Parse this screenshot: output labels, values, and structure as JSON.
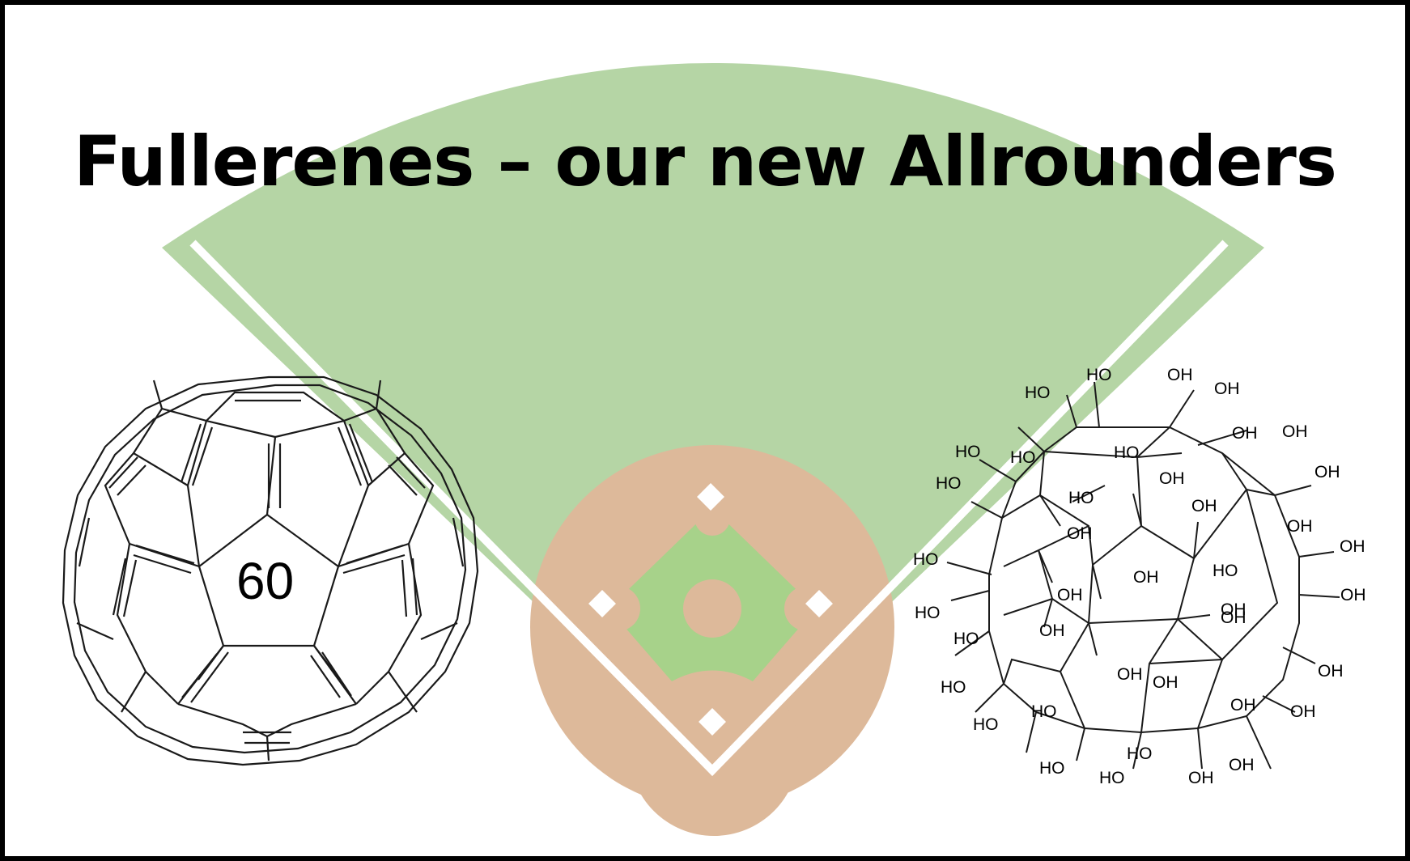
{
  "title": "Fullerenes – our new Allrounders",
  "c60_label": "60",
  "hydroxyl_labels": [
    "HO",
    "OH"
  ],
  "colors": {
    "outfield": "#b5d5a5",
    "infield_grass": "#a7d28a",
    "dirt": "#ddb99a",
    "foul_line": "#ffffff",
    "bonds": "#1a1a1a",
    "border": "#000000"
  },
  "icons": [
    "baseball-field-icon",
    "buckminsterfullerene-c60-icon",
    "fullerenol-molecule-icon"
  ]
}
